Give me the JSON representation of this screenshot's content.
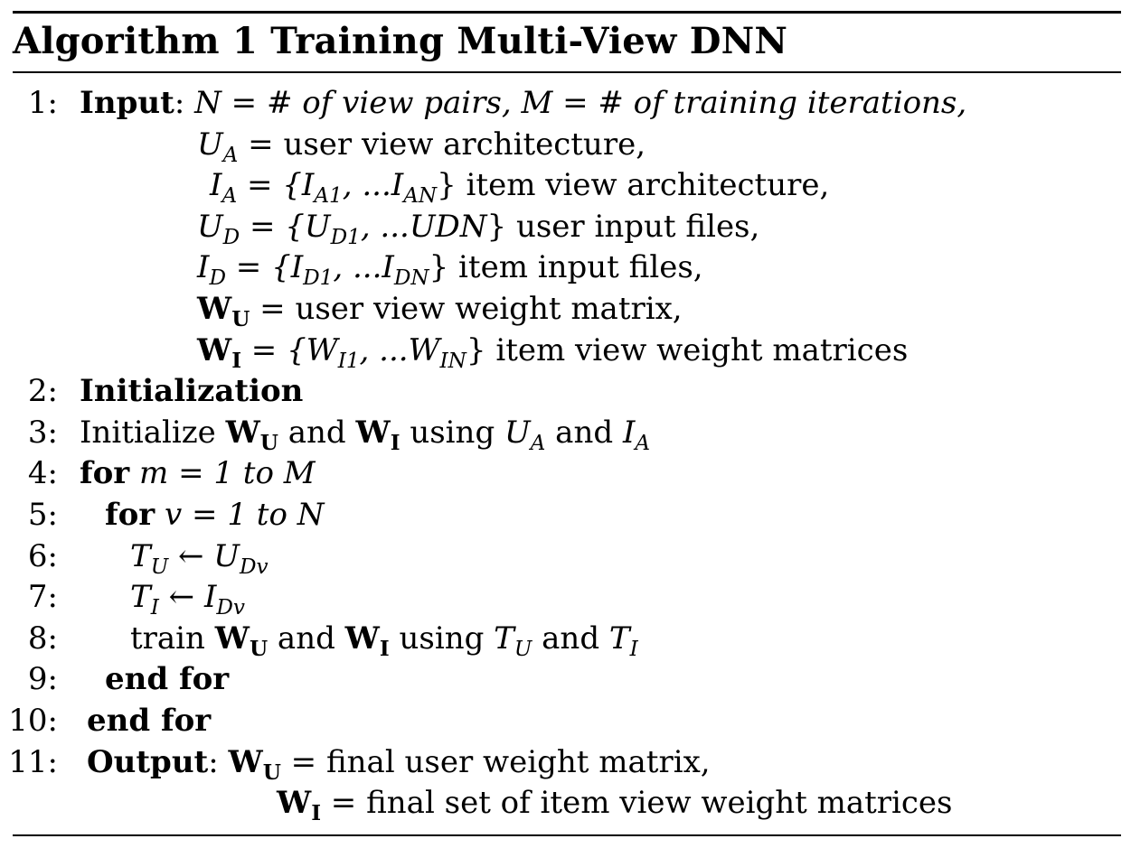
{
  "algorithm": {
    "caption_label": "Algorithm 1",
    "caption_title": "Training Multi-View DNN"
  },
  "lines": {
    "l1": {
      "num": "1:",
      "keyword": "Input",
      "colon": ":",
      "text_a": "N = # of view pairs, ",
      "text_b": "M = # of training iterations,"
    },
    "l1c1": {
      "math": "U",
      "sub": "A",
      "text": " = user view architecture,"
    },
    "l1c2": {
      "lead": "I",
      "sub": "A",
      "mid": " = {I",
      "sub2": "A1",
      "mid2": ", ...I",
      "sub3": "AN",
      "text": "} item view architecture,"
    },
    "l1c3": {
      "lead": "U",
      "sub": "D",
      "mid": " = {U",
      "sub2": "D1",
      "mid2": ", ...UDN",
      "text": "} user input files,"
    },
    "l1c4": {
      "lead": "I",
      "sub": "D",
      "mid": " = {I",
      "sub2": "D1",
      "mid2": ", ...I",
      "sub3": "DN",
      "text": "} item input files,"
    },
    "l1c5": {
      "lead": "W",
      "sub": "U",
      "text": " = user view weight matrix,"
    },
    "l1c6": {
      "lead": "W",
      "sub": "I",
      "mid": " = {W",
      "sub2": "I1",
      "mid2": ", ...W",
      "sub3": "IN",
      "text": "} item view weight matrices"
    },
    "l2": {
      "num": "2:",
      "keyword": "Initialization"
    },
    "l3": {
      "num": "3:",
      "text_a": "Initialize ",
      "w": "W",
      "wsub_u": "U",
      "and": " and ",
      "wsub_i": "I",
      "using": " using ",
      "u": "U",
      "usub": "A",
      "and2": " and ",
      "i": "I",
      "isub": "A"
    },
    "l4": {
      "num": "4:",
      "keyword": "for",
      "text": " m = 1 to M"
    },
    "l5": {
      "num": "5:",
      "keyword": "for",
      "text": " v = 1 to N"
    },
    "l6": {
      "num": "6:",
      "t": "T",
      "tsub": "U",
      "arrow": " ← ",
      "u": "U",
      "usub": "Dv"
    },
    "l7": {
      "num": "7:",
      "t": "T",
      "tsub": "I",
      "arrow": " ← ",
      "i": "I",
      "isub": "Dv"
    },
    "l8": {
      "num": "8:",
      "train": "train ",
      "w": "W",
      "wsub_u": "U",
      "and": " and ",
      "wsub_i": "I",
      "using": " using ",
      "t": "T",
      "tsub_u": "U",
      "and2": " and ",
      "tsub_i": "I"
    },
    "l9": {
      "num": "9:",
      "keyword": "end for"
    },
    "l10": {
      "num": "10:",
      "keyword": "end for"
    },
    "l11": {
      "num": "11:",
      "keyword": "Output",
      "colon": ":",
      "w": "W",
      "wsub": "U",
      "text": " = final user weight matrix,"
    },
    "l11c1": {
      "w": "W",
      "wsub": "I",
      "text": " = final set of item view weight matrices"
    }
  }
}
